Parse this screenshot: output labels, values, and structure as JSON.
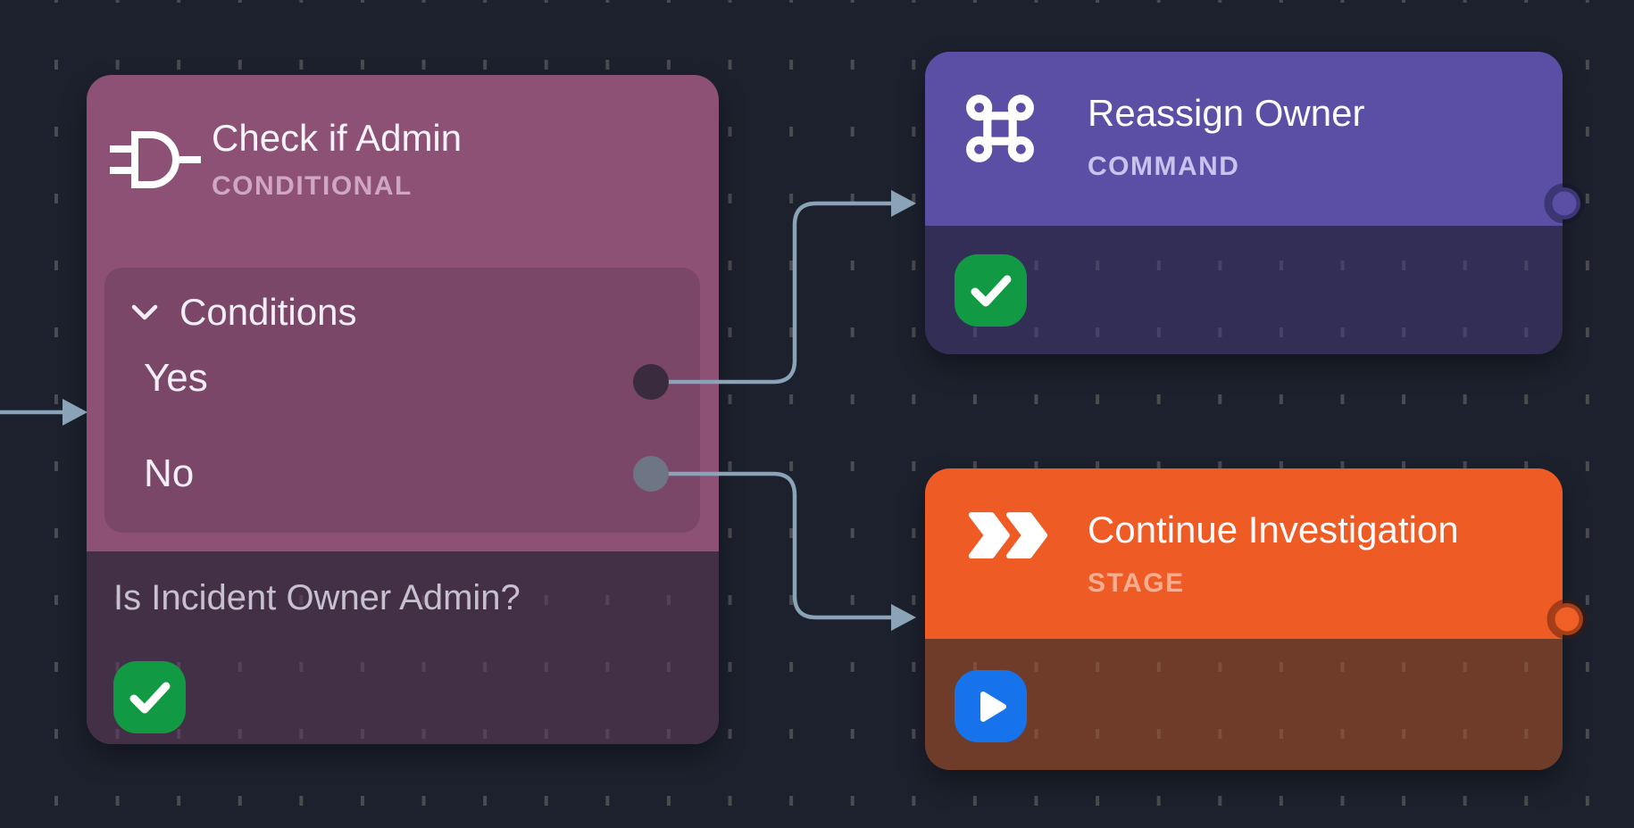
{
  "canvas": {
    "background_color": "#1c212d",
    "grid_dot_color": "#4b4b50",
    "edge_color": "#8ba3b6"
  },
  "nodes": {
    "conditional": {
      "title": "Check if Admin",
      "type": "CONDITIONAL",
      "accent_color": "#8d5175",
      "icon": "logic-gate-icon",
      "conditions": {
        "label": "Conditions",
        "branches": [
          {
            "label": "Yes"
          },
          {
            "label": "No"
          }
        ]
      },
      "description": "Is Incident Owner Admin?",
      "status": {
        "icon": "check-icon",
        "color": "#119a43"
      }
    },
    "command": {
      "title": "Reassign Owner",
      "type": "COMMAND",
      "accent_color": "#5a4fa5",
      "icon": "command-icon",
      "status": {
        "icon": "check-icon",
        "color": "#119a43"
      }
    },
    "stage": {
      "title": "Continue Investigation",
      "type": "STAGE",
      "accent_color": "#ee5b25",
      "icon": "double-chevron-icon",
      "status": {
        "icon": "play-icon",
        "color": "#1673eb"
      }
    }
  }
}
